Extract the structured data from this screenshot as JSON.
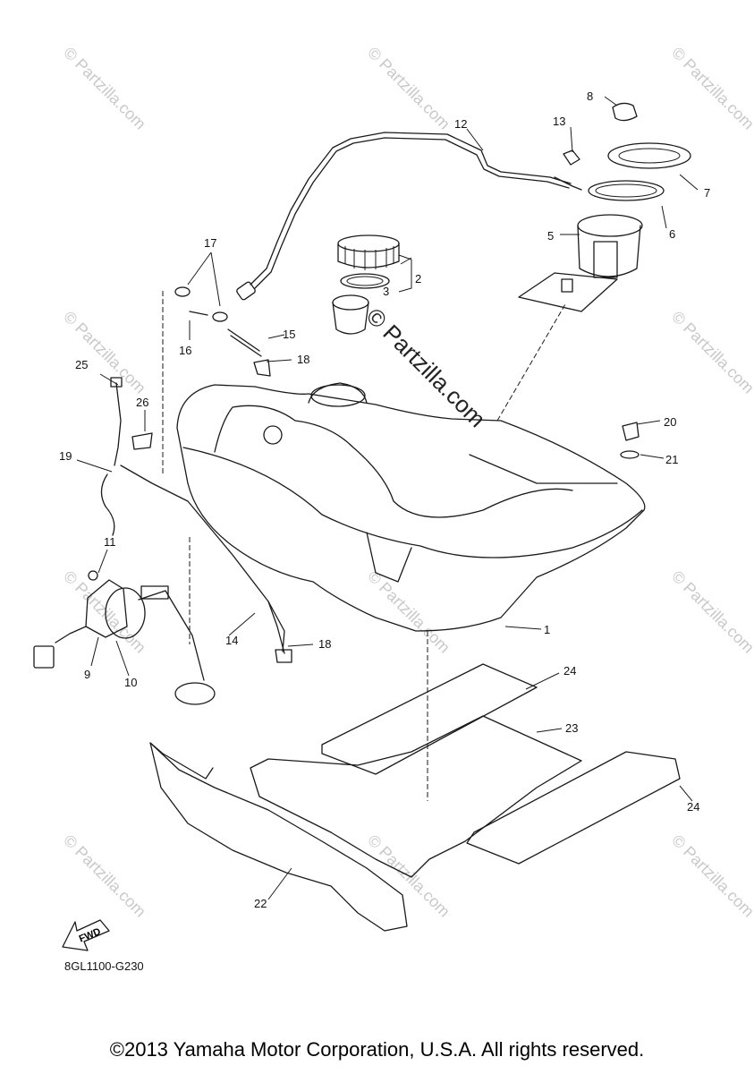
{
  "diagram": {
    "part_code": "8GL1100-G230",
    "copyright": "©2013 Yamaha Motor Corporation, U.S.A. All rights reserved.",
    "watermark": "© Partzilla.com",
    "direction_label": "FWD",
    "callouts": [
      "1",
      "2",
      "3",
      "5",
      "6",
      "7",
      "8",
      "9",
      "10",
      "11",
      "12",
      "13",
      "14",
      "15",
      "16",
      "17",
      "18",
      "18",
      "19",
      "20",
      "21",
      "22",
      "23",
      "24",
      "24",
      "25",
      "26"
    ]
  }
}
